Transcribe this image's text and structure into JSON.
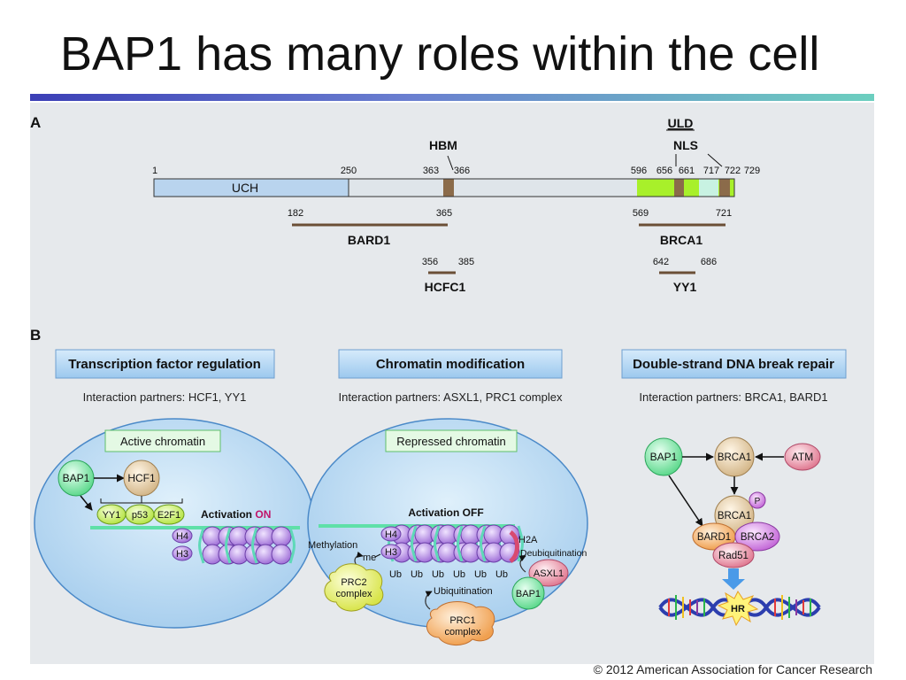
{
  "title": "BAP1 has many roles within the cell",
  "copyright": "© 2012 American Association for Cancer Research",
  "colors": {
    "uch": "#b9d4ee",
    "bar": "#dfe5ea",
    "brown": "#8b6b4a",
    "lime": "#a8f02a",
    "mint": "#c8f2e2",
    "panel_bg": "#e6e9ec"
  },
  "panelA": {
    "label": "A",
    "uld": "ULD",
    "nls": "NLS",
    "hbm": "HBM",
    "uch": "UCH",
    "positions": [
      "1",
      "250",
      "363",
      "366",
      "596",
      "656",
      "661",
      "717",
      "722",
      "729"
    ],
    "bard1": {
      "name": "BARD1",
      "start": "182",
      "end": "365"
    },
    "hcfc1": {
      "name": "HCFC1",
      "start": "356",
      "end": "385"
    },
    "brca1": {
      "name": "BRCA1",
      "start": "569",
      "end": "721"
    },
    "yy1": {
      "name": "YY1",
      "start": "642",
      "end": "686"
    }
  },
  "panelB": {
    "label": "B",
    "col1": {
      "header": "Transcription factor regulation",
      "partners": "Interaction partners: HCF1, YY1",
      "chromatin": "Active chromatin",
      "bap1": "BAP1",
      "hcf1": "HCF1",
      "yy1": "YY1",
      "p53": "p53",
      "e2f1": "E2F1",
      "activation": "Activation",
      "on": "ON",
      "h4": "H4",
      "h3": "H3"
    },
    "col2": {
      "header": "Chromatin modification",
      "partners": "Interaction partners: ASXL1, PRC1 complex",
      "chromatin": "Repressed chromatin",
      "activation": "Activation OFF",
      "methylation": "Methylation",
      "me": "me",
      "h4": "H4",
      "h3": "H3",
      "h2a": "H2A",
      "ub": "Ub",
      "deubiquitination": "Deubiquitination",
      "ubiquitination": "Ubiquitination",
      "prc2_1": "PRC2",
      "prc2_2": "complex",
      "prc1_1": "PRC1",
      "prc1_2": "complex",
      "asxl1": "ASXL1",
      "bap1": "BAP1"
    },
    "col3": {
      "header": "Double-strand DNA break repair",
      "partners": "Interaction partners: BRCA1, BARD1",
      "bap1": "BAP1",
      "brca1_top": "BRCA1",
      "atm": "ATM",
      "p": "P",
      "brca1_mid": "BRCA1",
      "bard1": "BARD1",
      "brca2": "BRCA2",
      "rad51": "Rad51",
      "hr": "HR"
    }
  }
}
